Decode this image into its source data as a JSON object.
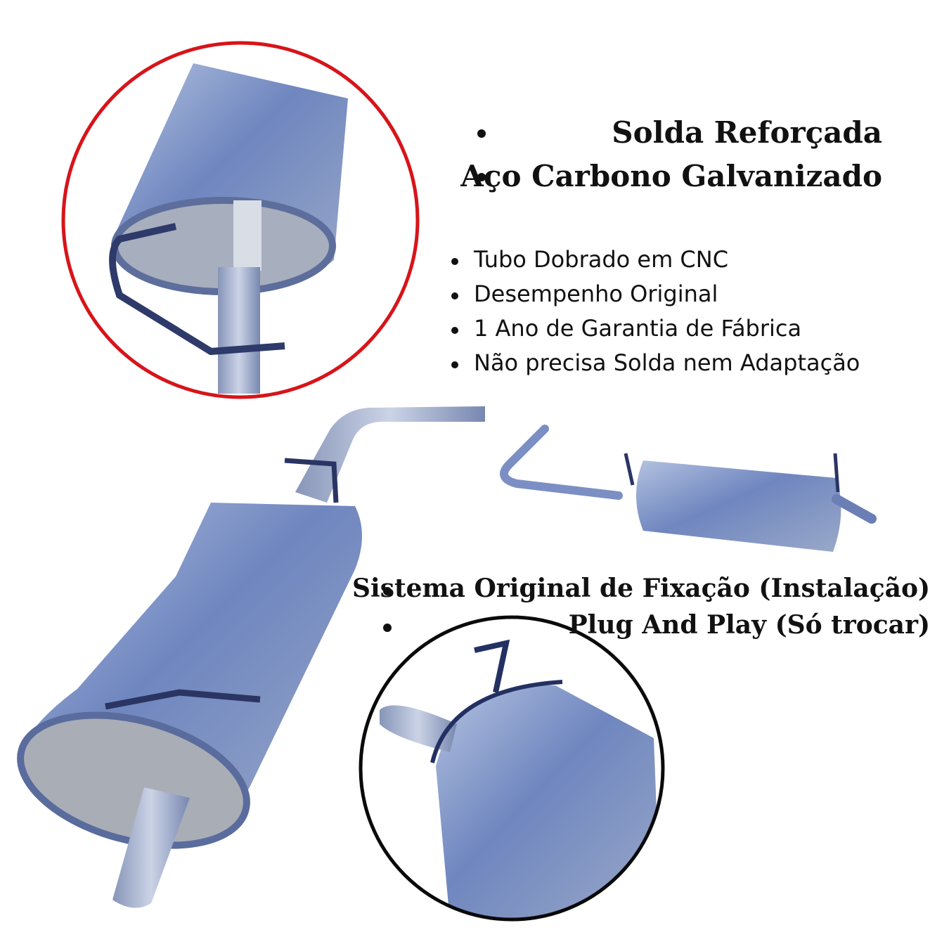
{
  "highlights_top": [
    "Solda Reforçada",
    "Aço Carbono Galvanizado"
  ],
  "features": [
    "Tubo Dobrado em CNC",
    "Desempenho Original",
    "1 Ano de Garantia de Fábrica",
    "Não precisa Solda nem Adaptação"
  ],
  "highlights_bottom": [
    "Sistema Original de Fixação (Instalação)",
    "Plug And Play (Só trocar)"
  ],
  "colors": {
    "red_circle": "#d7141a",
    "black_circle": "#0a0a0a",
    "metal": "#7f95c4"
  }
}
